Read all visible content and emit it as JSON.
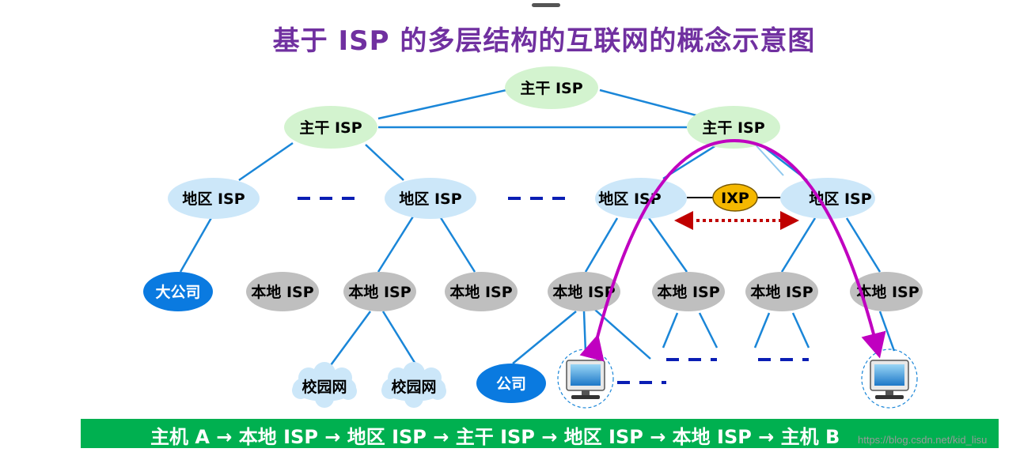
{
  "title": "基于 ISP 的多层结构的互联网的概念示意图",
  "nodes": {
    "backbone_top": "主干 ISP",
    "backbone_left": "主干 ISP",
    "backbone_right": "主干 ISP",
    "regional_1": "地区 ISP",
    "regional_2": "地区 ISP",
    "regional_3": "地区 ISP",
    "regional_4": "地区 ISP",
    "ixp": "IXP",
    "big_company": "大公司",
    "local_1": "本地 ISP",
    "local_2": "本地 ISP",
    "local_3": "本地 ISP",
    "local_4": "本地 ISP",
    "local_5": "本地 ISP",
    "local_6": "本地 ISP",
    "local_7": "本地 ISP",
    "campus_1": "校园网",
    "campus_2": "校园网",
    "company": "公司"
  },
  "path_caption": "主机 A  →  本地 ISP → 地区 ISP → 主干 ISP →  地区 ISP →  本地 ISP →  主机 B",
  "watermark": "https://blog.csdn.net/kid_lisu",
  "colors": {
    "title": "#7030a0",
    "backbone": "#d3f3cf",
    "regional": "#cce7f9",
    "local": "#bfbfbf",
    "company": "#0a7ae0",
    "ixp": "#f5b800",
    "link": "#1a86d8",
    "dash": "#0a1eb4",
    "route_arrow": "#c000c0",
    "ixp_arrow": "#c00000",
    "path_bar": "#00b050"
  },
  "icons": [
    "host-a-computer-icon",
    "host-b-computer-icon",
    "campus-cloud-icon"
  ]
}
